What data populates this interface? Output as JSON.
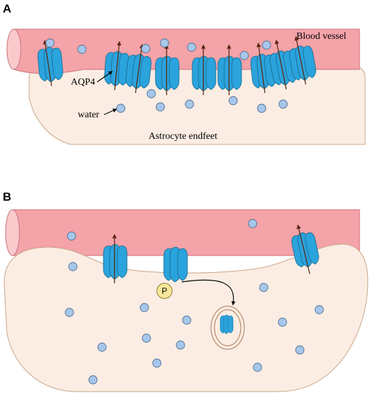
{
  "panels": [
    {
      "letter": "A"
    },
    {
      "letter": "B"
    }
  ],
  "labels": {
    "blood_vessel": "Blood vessel",
    "aqp4": "AQP4",
    "water": "water",
    "astrocyte": "Astrocyte endfeet",
    "phospho": "P"
  },
  "colors": {
    "vessel_fill": "#f4a3a8",
    "vessel_cap": "#f9c9cb",
    "vessel_edge": "#c9727a",
    "endfeet_fill": "#fbede3",
    "endfeet_edge": "#c9a58a",
    "aqp4_fill": "#2ba3dc",
    "aqp4_edge": "#15688f",
    "arrow": "#5a2a12",
    "water_fill": "#a7c7ea",
    "water_edge": "#4d6c92",
    "phospho_fill": "#f7e79a",
    "phospho_edge": "#8a7a2a"
  },
  "icons": [
    "aqp4-channel-icon",
    "water-molecule-icon",
    "phosphate-icon",
    "vesicle-icon"
  ]
}
